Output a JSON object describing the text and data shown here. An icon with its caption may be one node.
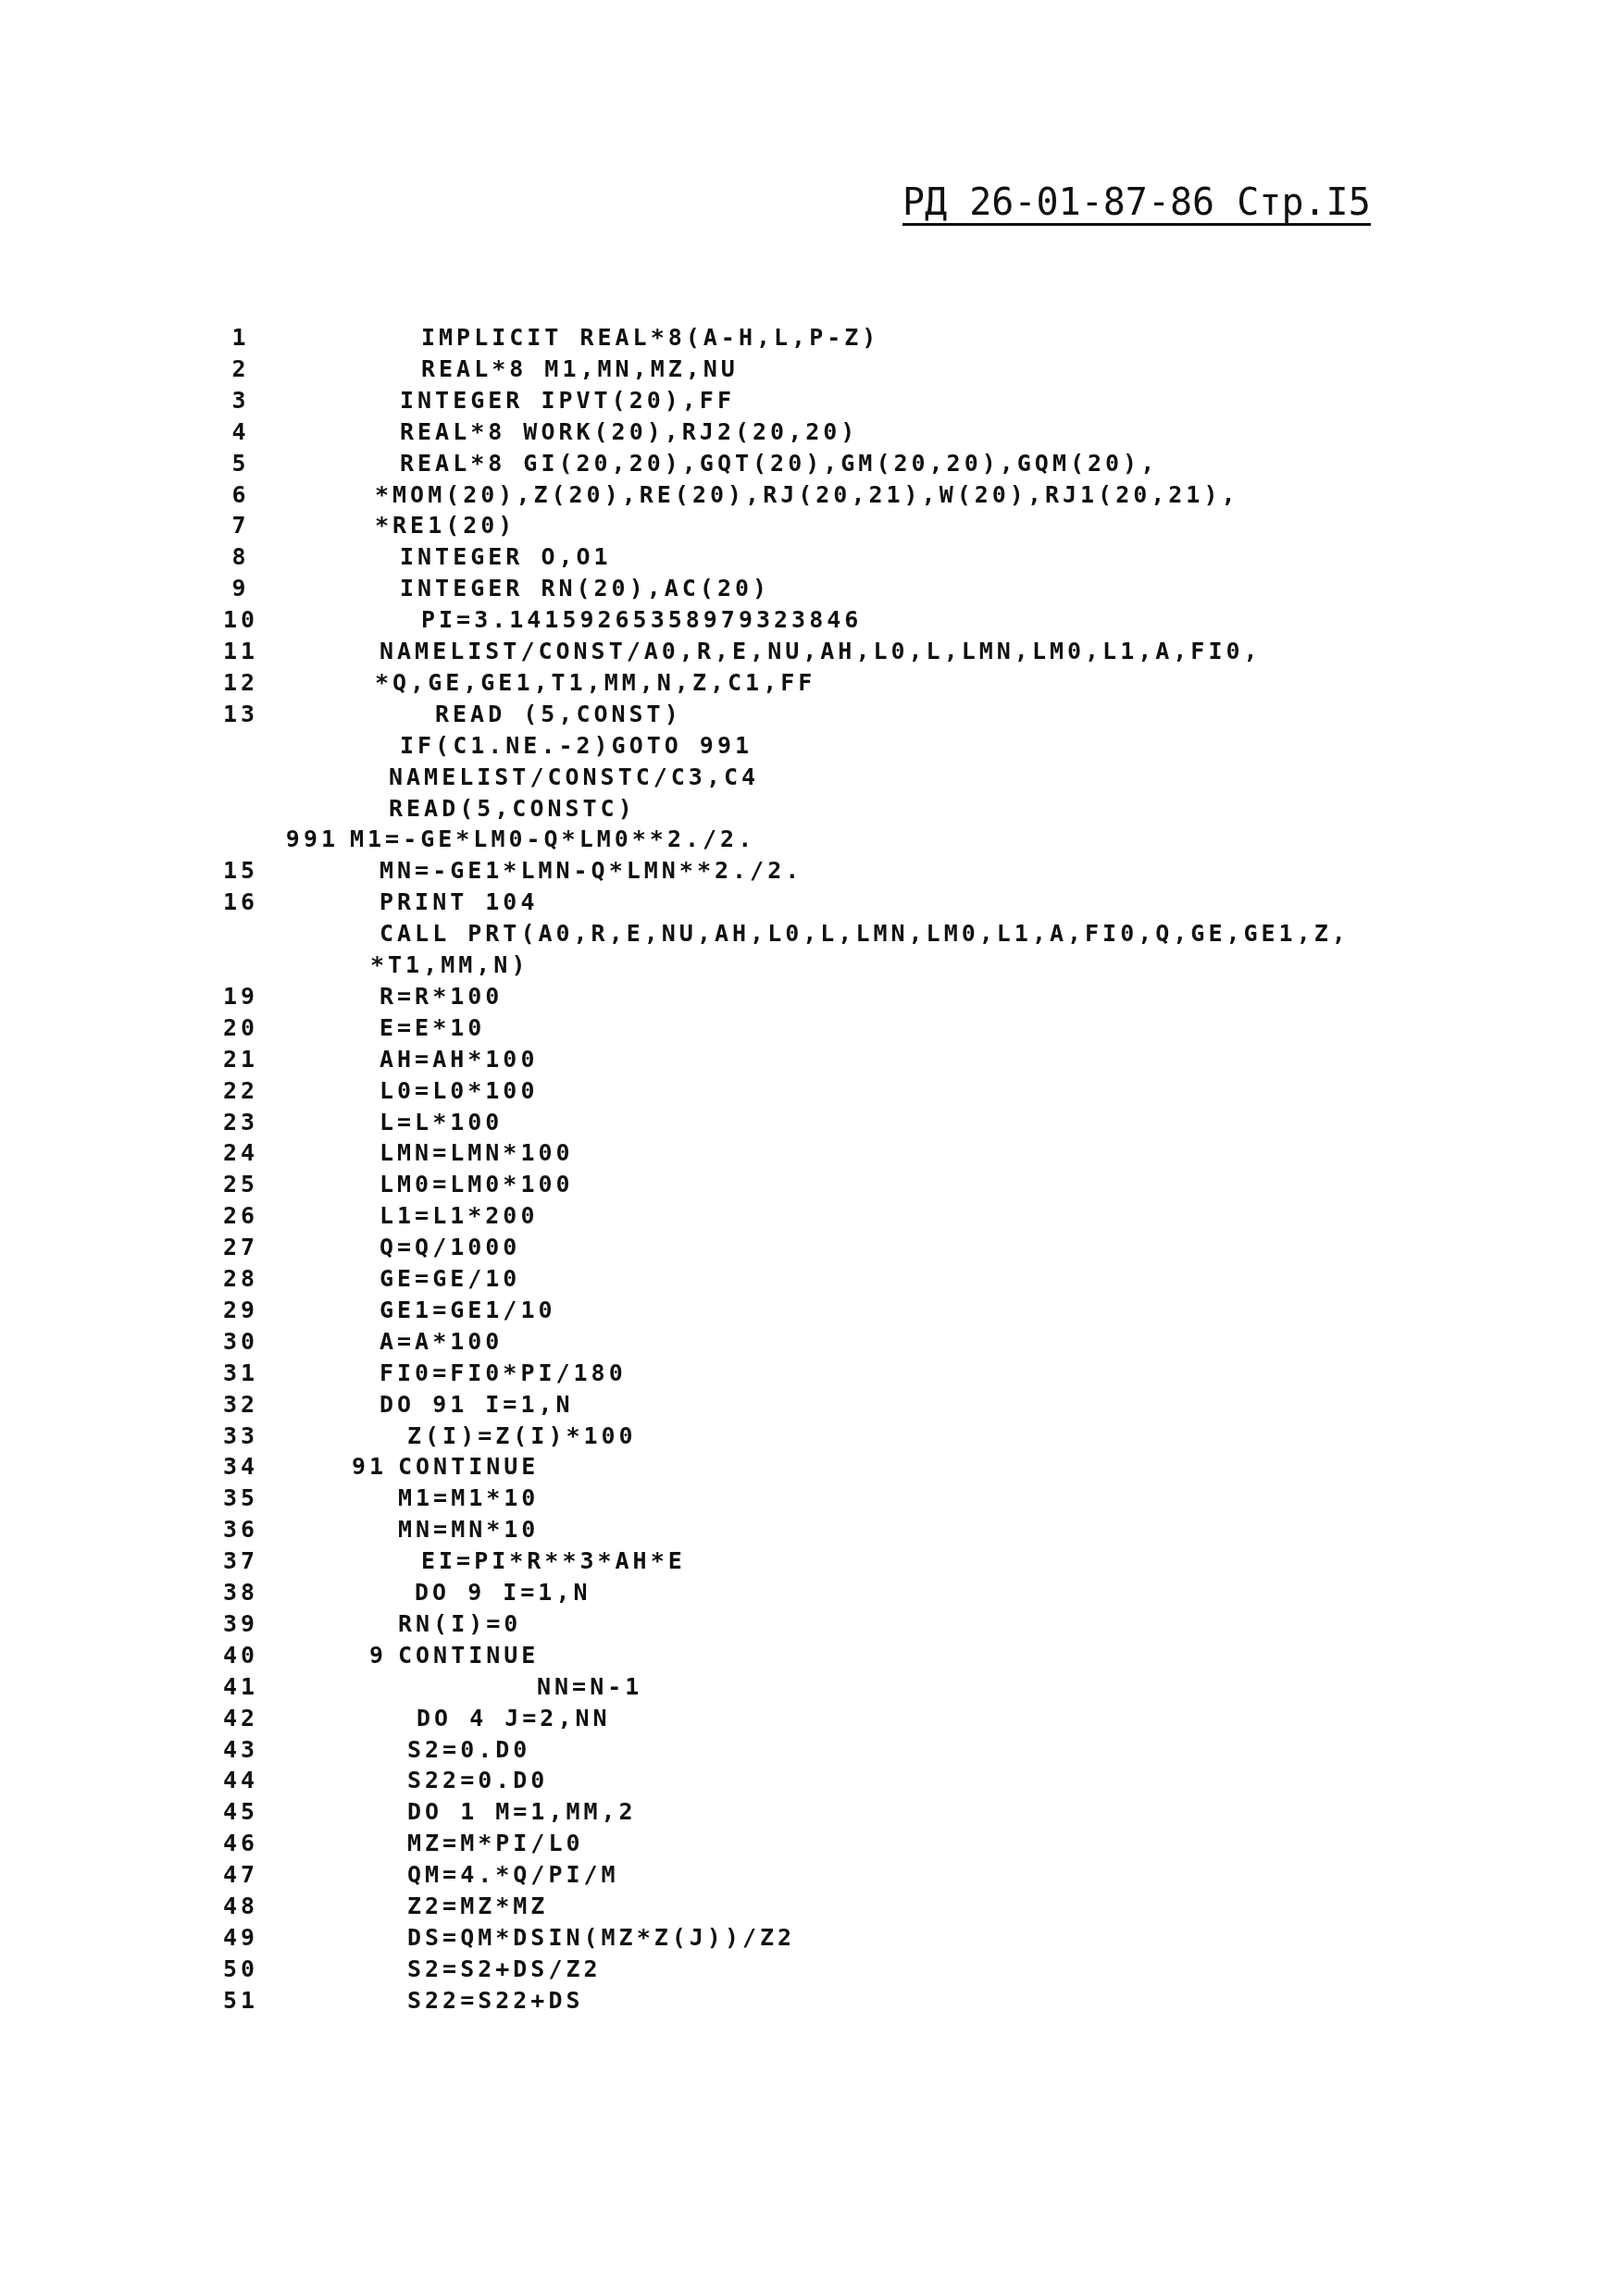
{
  "diagram": {
    "title": "РД 26-01-87-86 Стр.I5",
    "labels": [
      "1",
      "IMPLICIT REAL*8(A-H,L,P-Z)",
      "2",
      "REAL*8 M1,MN,MZ,NU",
      "3",
      "INTEGER IPVT(20),FF",
      "4",
      "REAL*8 WORK(20),RJ2(20,20)",
      "5",
      "REAL*8 GI(20,20),GQT(20),GM(20,20),GQM(20),",
      "6",
      "*MOM(20),Z(20),RE(20),RJ(20,21),W(20),RJ1(20,21),",
      "7",
      "*RE1(20)",
      "8",
      "INTEGER O,O1",
      "9",
      "INTEGER RN(20),AC(20)",
      "10",
      "PI=3.14159265358979323846",
      "11",
      "NAMELIST/CONST/A0,R,E,NU,AH,L0,L,LMN,LM0,L1,A,FI0,",
      "12",
      "*Q,GE,GE1,T1,MM,N,Z,C1,FF",
      "13",
      "READ (5,CONST)",
      "IF(C1.NE.-2)GOTO 991",
      "NAMELIST/CONSTC/C3,C4",
      "READ(5,CONSTC)",
      "991",
      "M1=-GE*LM0-Q*LM0**2./2.",
      "15",
      "MN=-GE1*LMN-Q*LMN**2./2.",
      "16",
      "PRINT 104",
      "CALL PRT(A0,R,E,NU,AH,L0,L,LMN,LM0,L1,A,FI0,Q,GE,GE1,Z,",
      "*T1,MM,N)",
      "19",
      "R=R*100",
      "20",
      "E=E*10",
      "21",
      "AH=AH*100",
      "22",
      "L0=L0*100",
      "23",
      "L=L*100",
      "24",
      "LMN=LMN*100",
      "25",
      "LM0=LM0*100",
      "26",
      "L1=L1*200",
      "27",
      "Q=Q/1000",
      "28",
      "GE=GE/10",
      "29",
      "GE1=GE1/10",
      "30",
      "A=A*100",
      "31",
      "FI0=FI0*PI/180",
      "32",
      "DO 91 I=1,N",
      "33",
      "Z(I)=Z(I)*100",
      "34",
      "91",
      "CONTINUE",
      "35",
      "M1=M1*10",
      "36",
      "MN=MN*10",
      "37",
      "EI=PI*R**3*AH*E",
      "38",
      "DO 9 I=1,N",
      "39",
      "RN(I)=0",
      "40",
      "9",
      "CONTINUE",
      "41",
      "NN=N-1",
      "42",
      "DO 4 J=2,NN",
      "43",
      "S2=0.D0",
      "44",
      "S22=0.D0",
      "45",
      "DO 1 M=1,MM,2",
      "46",
      "MZ=M*PI/L0",
      "47",
      "QM=4.*Q/PI/M",
      "48",
      "Z2=MZ*MZ",
      "49",
      "DS=QM*DSIN(MZ*Z(J))/Z2",
      "50",
      "S2=S2+DS/Z2",
      "51",
      "S22=S22+DS"
    ]
  }
}
